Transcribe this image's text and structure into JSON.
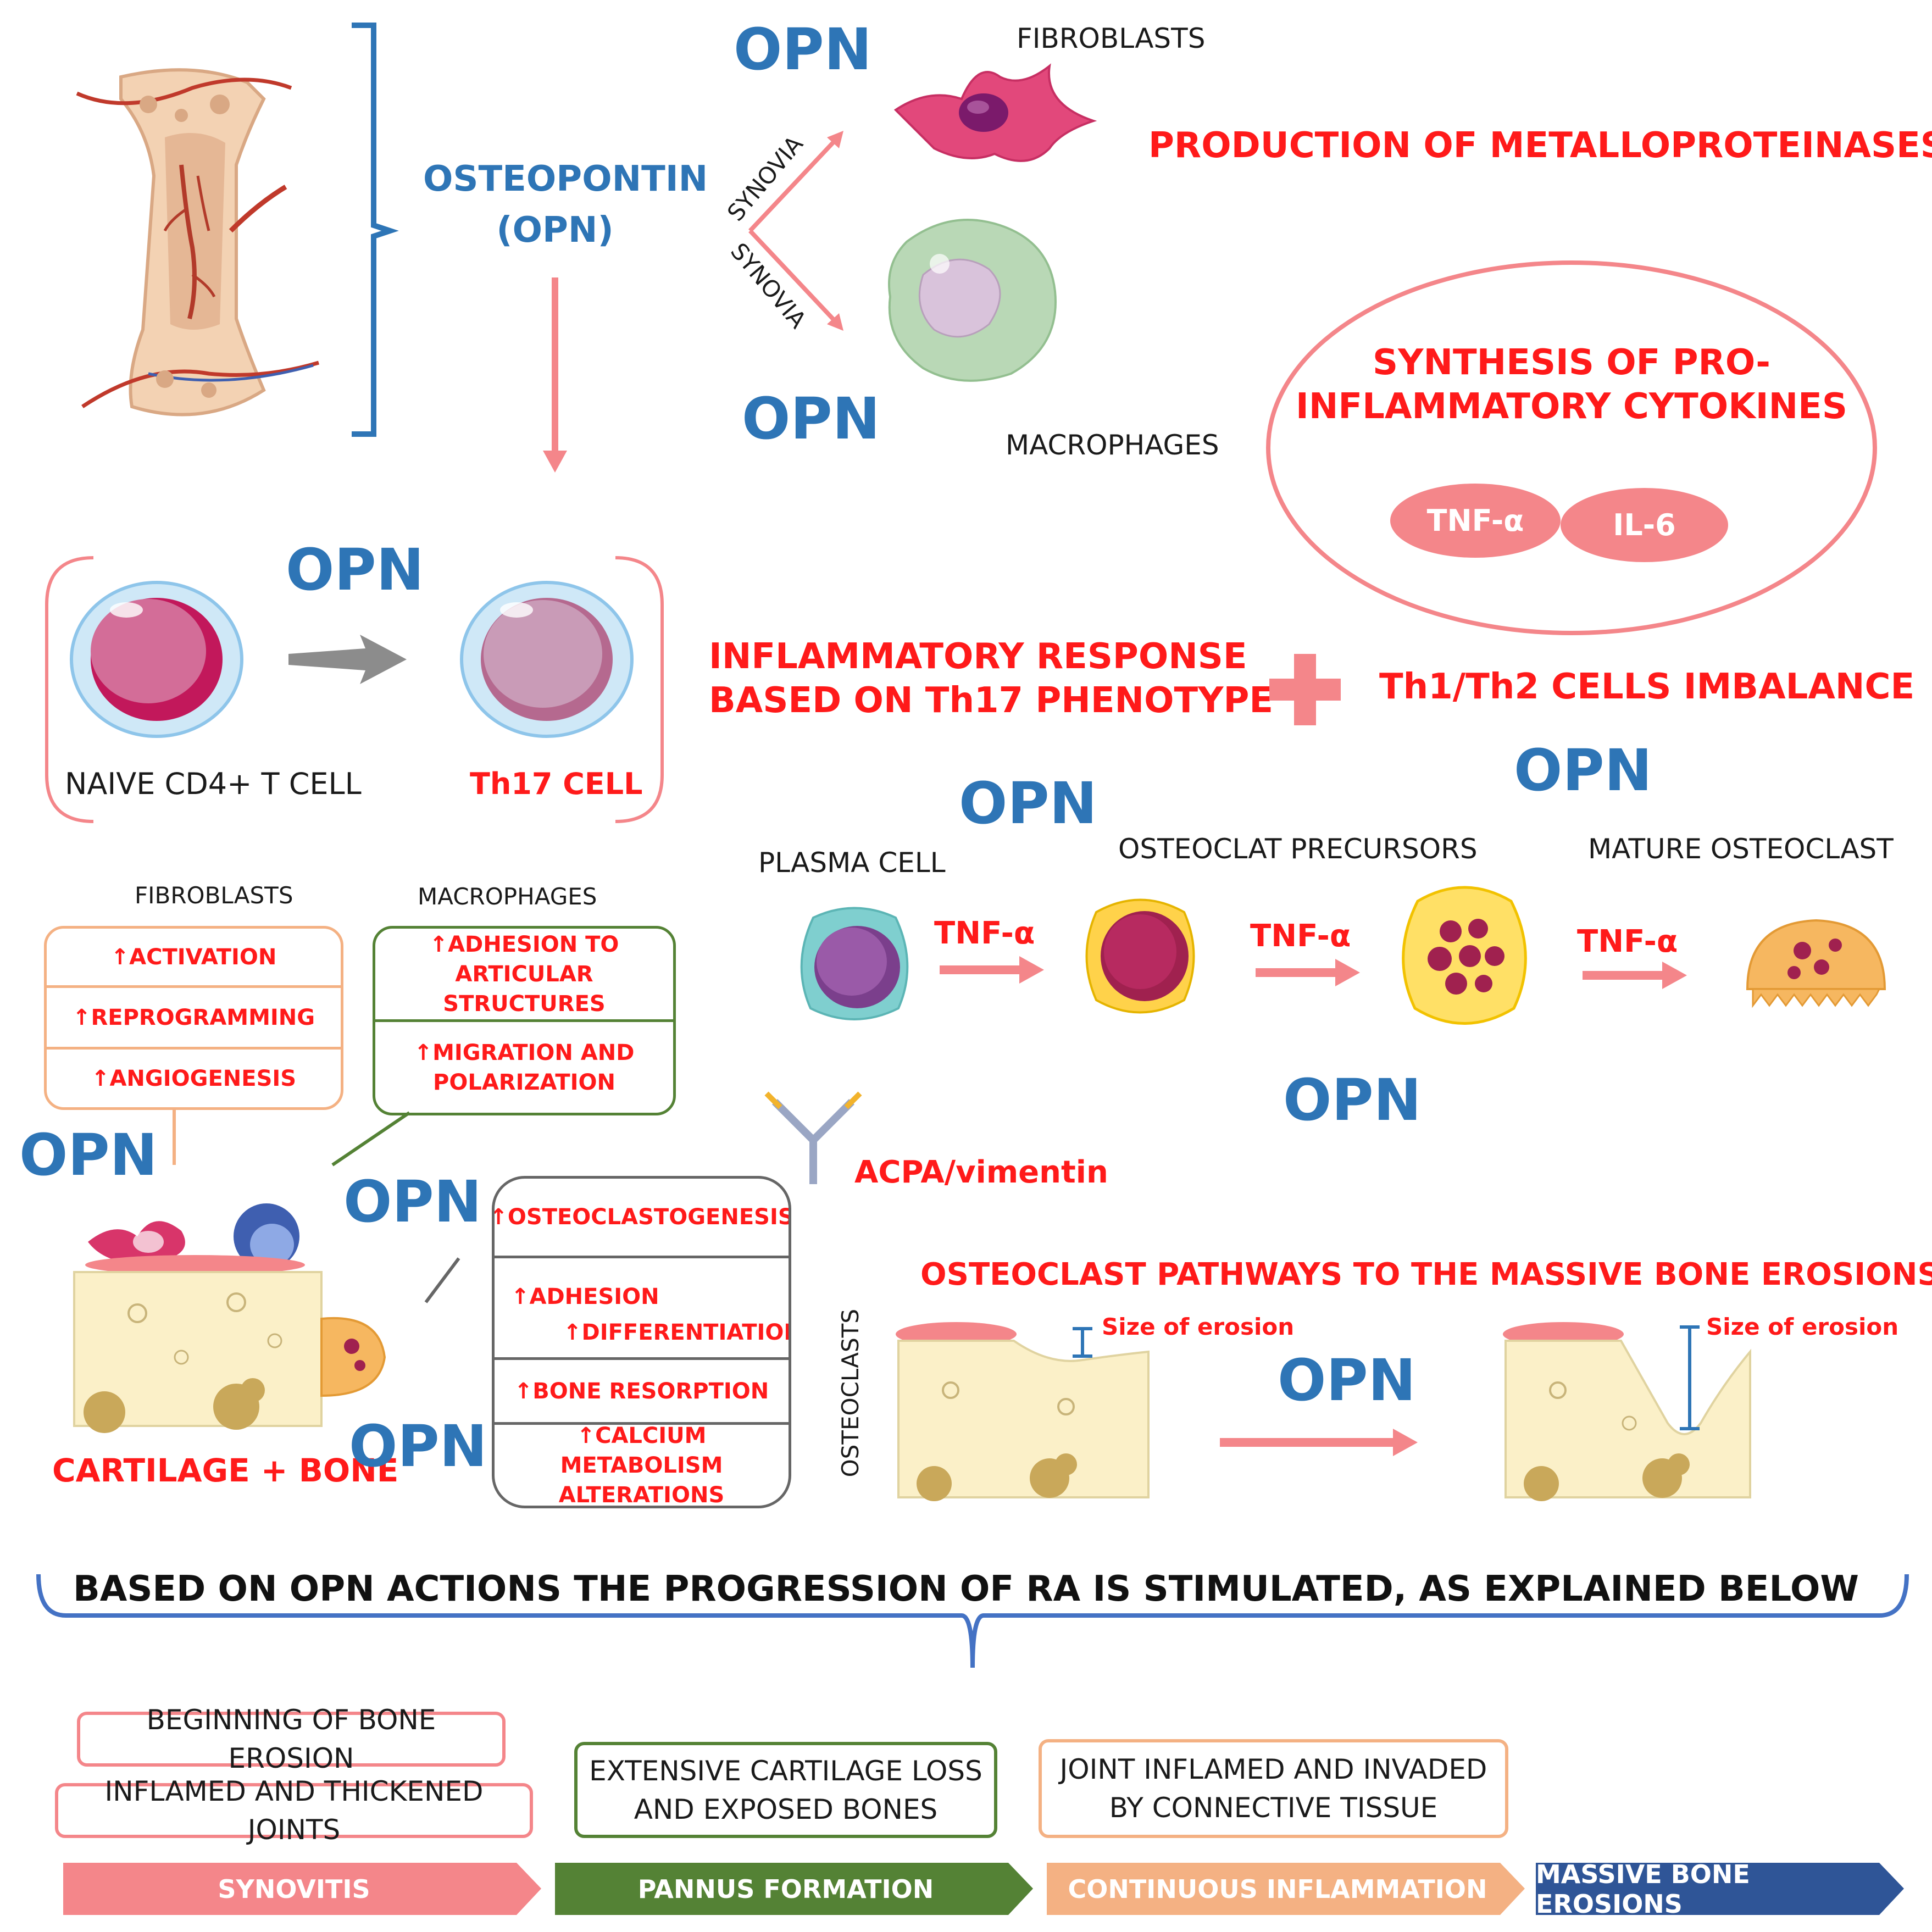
{
  "top": {
    "opn_title": "OSTEOPONTIN",
    "opn_abbrev": "(OPN)",
    "opn": "OPN",
    "synovia": "SYNOVIA",
    "fibroblasts": "FIBROBLASTS",
    "macrophages": "MACROPHAGES",
    "metallo": "PRODUCTION OF METALLOPROTEINASES",
    "cytokines_line1": "SYNTHESIS OF PRO-",
    "cytokines_line2": "INFLAMMATORY CYTOKINES",
    "tnf": "TNF-α",
    "il6": "IL-6"
  },
  "tcell": {
    "opn": "OPN",
    "naive": "NAIVE CD4+ T CELL",
    "th17": "Th17 CELL",
    "response_line1": "INFLAMMATORY RESPONSE",
    "response_line2": "BASED ON Th17 PHENOTYPE",
    "imbalance": "Th1/Th2 CELLS IMBALANCE"
  },
  "osteoclast_chain": {
    "opn": "OPN",
    "plasma": "PLASMA CELL",
    "precursors": "OSTEOCLAT PRECURSORS",
    "mature": "MATURE OSTEOCLAST",
    "tnf": "TNF-α",
    "acpa": "ACPA/vimentin"
  },
  "fibro_box": {
    "title": "FIBROBLASTS",
    "items": [
      "↑ACTIVATION",
      "↑REPROGRAMMING",
      "↑ANGIOGENESIS"
    ]
  },
  "macro_box": {
    "title": "MACROPHAGES",
    "items": [
      "↑ADHESION TO ARTICULAR STRUCTURES",
      "↑MIGRATION AND POLARIZATION"
    ]
  },
  "osteo_box": {
    "side_label": "OSTEOCLASTS",
    "items": [
      "↑OSTEOCLASTOGENESIS",
      "↑ADHESION",
      "↑DIFFERENTIATION",
      "↑BONE RESORPTION",
      "↑CALCIUM  METABOLISM ALTERATIONS"
    ]
  },
  "tissue": {
    "label": "CARTILAGE + BONE",
    "opn": "OPN"
  },
  "erosion": {
    "title": "OSTEOCLAST PATHWAYS TO THE MASSIVE BONE EROSIONS",
    "size_label": "Size of erosion",
    "opn": "OPN"
  },
  "summary": {
    "heading": "BASED ON OPN ACTIONS THE PROGRESSION OF RA IS STIMULATED, AS EXPLAINED BELOW"
  },
  "stages": {
    "synovitis_notes": [
      "BEGINNING OF BONE EROSION",
      "INFLAMED AND THICKENED JOINTS"
    ],
    "pannus_note": "EXTENSIVE CARTILAGE LOSS AND EXPOSED BONES",
    "continuous_note": "JOINT INFLAMED AND INVADED BY CONNECTIVE TISSUE",
    "arrows": [
      {
        "label": "SYNOVITIS",
        "color": "#f4868a"
      },
      {
        "label": "PANNUS FORMATION",
        "color": "#548235"
      },
      {
        "label": "CONTINUOUS INFLAMMATION",
        "color": "#f4b183"
      },
      {
        "label": "MASSIVE BONE EROSIONS",
        "color": "#2f5597"
      }
    ]
  },
  "colors": {
    "opn_blue": "#2e75b6",
    "accent_red": "#ff1a1a",
    "salmon": "#f4868a",
    "orange_border": "#f4b183",
    "green_border": "#548235"
  }
}
